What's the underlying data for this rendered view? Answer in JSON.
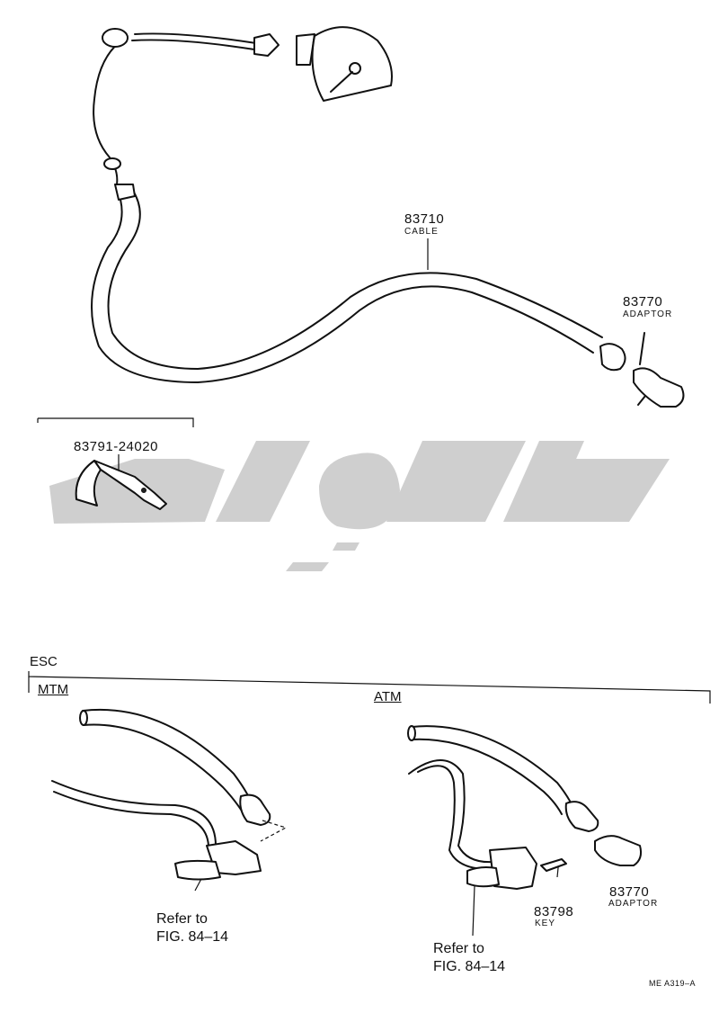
{
  "callouts": {
    "cable": {
      "number": "83710",
      "name": "CABLE"
    },
    "adaptor_top": {
      "number": "83770",
      "name": "ADAPTOR"
    },
    "bracket": {
      "number": "83791-24020"
    },
    "adaptor_atm": {
      "number": "83770",
      "name": "ADAPTOR"
    },
    "key": {
      "number": "83798",
      "name": "KEY"
    }
  },
  "sections": {
    "esc": "ESC",
    "mtm": "MTM",
    "atm": "ATM"
  },
  "refer_mtm": {
    "line1": "Refer to",
    "line2": "FIG. 84–14"
  },
  "refer_atm": {
    "line1": "Refer to",
    "line2": "FIG. 84–14"
  },
  "figure_code": "ME A319–A",
  "watermark": {
    "color": "#cfcfcf"
  }
}
